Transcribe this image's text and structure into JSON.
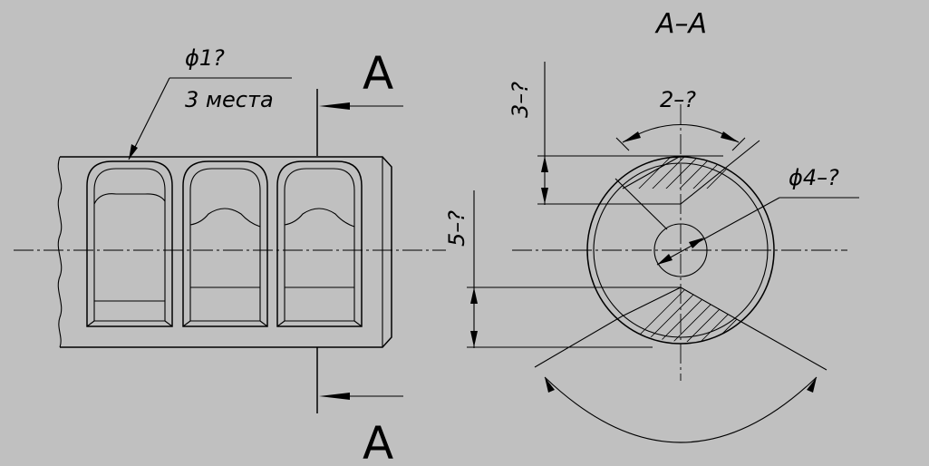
{
  "section_marker": {
    "letter_top": "A",
    "letter_bottom": "A"
  },
  "left_view": {
    "hole_dimension": "ϕ1?",
    "hole_count_note": "3 места"
  },
  "section_view": {
    "title": "A–A",
    "dim_3": "3–?",
    "dim_angle_2": "2–?",
    "dim_diameter_4": "ϕ4–?",
    "dim_5": "5–?"
  },
  "colors": {
    "background": "#c0c0c0",
    "lines": "#000000"
  }
}
